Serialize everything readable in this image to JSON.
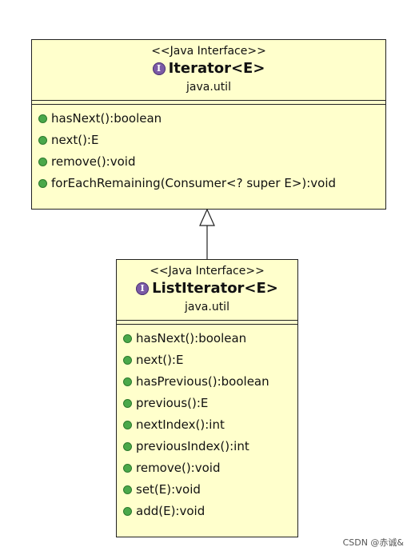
{
  "interface_top": {
    "stereotype": "<<Java Interface>>",
    "name": "Iterator<E>",
    "package": "java.util",
    "icon": "interface-icon",
    "methods": [
      "hasNext():boolean",
      "next():E",
      "remove():void",
      "forEachRemaining(Consumer<? super E>):void"
    ]
  },
  "interface_bottom": {
    "stereotype": "<<Java Interface>>",
    "name": "ListIterator<E>",
    "package": "java.util",
    "icon": "interface-icon",
    "methods": [
      "hasNext():boolean",
      "next():E",
      "hasPrevious():boolean",
      "previous():E",
      "nextIndex():int",
      "previousIndex():int",
      "remove():void",
      "set(E):void",
      "add(E):void"
    ]
  },
  "relationship": "generalization-arrow",
  "watermark": "CSDN @赤诚&",
  "colors": {
    "box_fill": "#ffffcc",
    "method_dot": "#4aa84a",
    "interface_icon": "#7b5aa6"
  }
}
